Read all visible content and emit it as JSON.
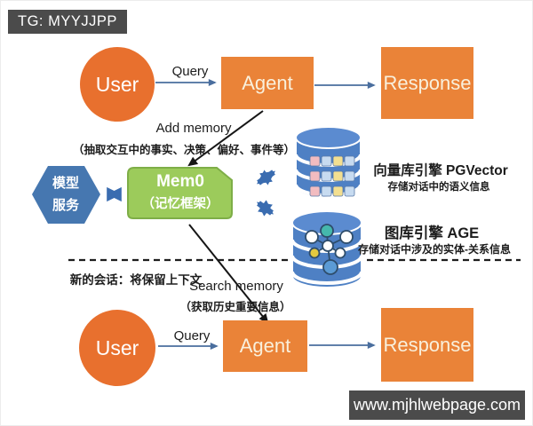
{
  "badge": {
    "text": "TG: MYYJJPP"
  },
  "footer": {
    "site": "www.mjhlwebpage.com"
  },
  "top_flow": {
    "user": "User",
    "query": "Query",
    "agent": "Agent",
    "response": "Response"
  },
  "bottom_flow": {
    "user": "User",
    "query": "Query",
    "agent": "Agent",
    "response": "Response"
  },
  "annotations": {
    "add_memory": "Add memory",
    "add_memory_note": "（抽取交互中的事实、决策、偏好、事件等）",
    "search_memory": "Search memory",
    "search_memory_note": "（获取历史重要信息）",
    "new_session": "新的会话：将保留上下文"
  },
  "model_service": {
    "line1": "模型",
    "line2": "服务"
  },
  "mem0": {
    "line1": "Mem0",
    "line2": "（记忆框架）"
  },
  "stores": {
    "vector": {
      "title": "向量库引擎 PGVector",
      "subtitle": "存储对话中的语义信息"
    },
    "graph": {
      "title": "图库引擎 AGE",
      "subtitle": "存储对话中涉及的实体-关系信息"
    }
  },
  "icons": {
    "vector_db": "database-cylinder-icon",
    "graph_db": "database-graph-icon",
    "model_service_shape": "hexagon-icon",
    "double_arrow": "double-headed-arrow-icon"
  },
  "colors": {
    "orange": "#E8702E",
    "orange_box": "#EA8338",
    "green": "#9CCB5B",
    "green_border": "#7EAE47",
    "hex_blue": "#4677B0",
    "block_arrow_blue": "#3A6CB0",
    "cylinder_blue": "#4E80C4",
    "cylinder_top": "#5B8BD0",
    "thin_arrow": "#4A6E9E",
    "dark_bar": "#4B4B4B",
    "square_pink": "#F2BCC0",
    "square_blue": "#C7DBF0",
    "square_yellow": "#F3DF90",
    "node_teal": "#45B8AC",
    "node_yellow": "#E3C93F",
    "node_blue": "#5B9BD5"
  }
}
